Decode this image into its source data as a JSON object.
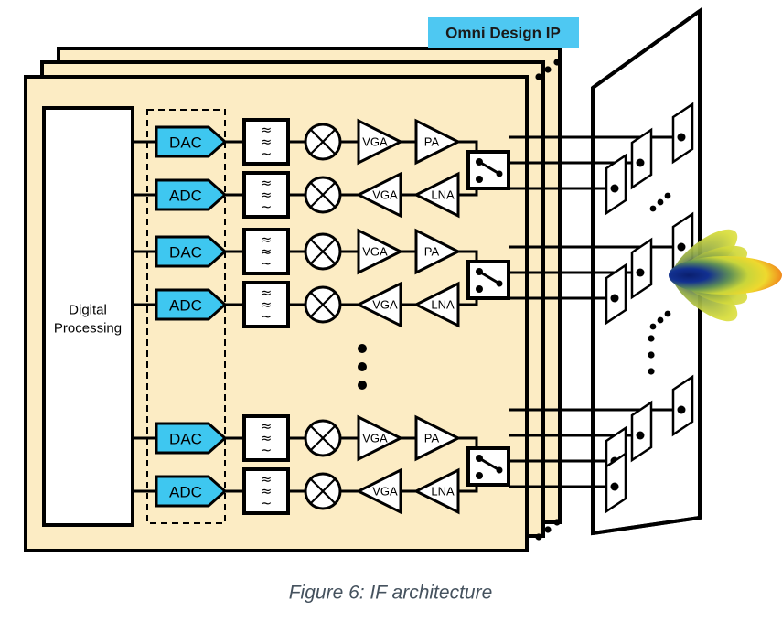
{
  "figure": {
    "caption": "Figure 6: IF architecture",
    "badge_label": "Omni Design IP"
  },
  "colors": {
    "panel_fill": "#fcecc4",
    "badge_fill": "#4ec8f2",
    "converter_fill": "#3ec7f0",
    "outline": "#000000",
    "caption_text": "#45525e",
    "beam_core": "#0b2878",
    "beam_mid": "#d8dc3c",
    "beam_tip": "#ee1b10"
  },
  "digital_processing": {
    "label_line1": "Digital",
    "label_line2": "Processing"
  },
  "chains": [
    {
      "group": 1,
      "tx": {
        "converter": "DAC",
        "filter": "filter-icon",
        "mixer": "mixer-icon",
        "amp1": "VGA",
        "amp2": "PA"
      },
      "rx": {
        "converter": "ADC",
        "filter": "filter-icon",
        "mixer": "mixer-icon",
        "amp1": "VGA",
        "amp2": "LNA"
      },
      "switch": "tr-switch-icon"
    },
    {
      "group": 2,
      "tx": {
        "converter": "DAC",
        "filter": "filter-icon",
        "mixer": "mixer-icon",
        "amp1": "VGA",
        "amp2": "PA"
      },
      "rx": {
        "converter": "ADC",
        "filter": "filter-icon",
        "mixer": "mixer-icon",
        "amp1": "VGA",
        "amp2": "LNA"
      },
      "switch": "tr-switch-icon"
    },
    {
      "group": 3,
      "tx": {
        "converter": "DAC",
        "filter": "filter-icon",
        "mixer": "mixer-icon",
        "amp1": "VGA",
        "amp2": "PA"
      },
      "rx": {
        "converter": "ADC",
        "filter": "filter-icon",
        "mixer": "mixer-icon",
        "amp1": "VGA",
        "amp2": "LNA"
      },
      "switch": "tr-switch-icon"
    }
  ],
  "ellipses": {
    "chain_vertical": "vertical-ellipsis",
    "panel_stack_top": "diagonal-ellipsis",
    "panel_stack_bottom": "diagonal-ellipsis",
    "array_upper": "diagonal-ellipsis",
    "array_lower": "diagonal-ellipsis",
    "array_right": "vertical-ellipsis"
  },
  "antenna_array": {
    "name": "antenna-array-panel",
    "beam": "radiation-beam-pattern"
  }
}
